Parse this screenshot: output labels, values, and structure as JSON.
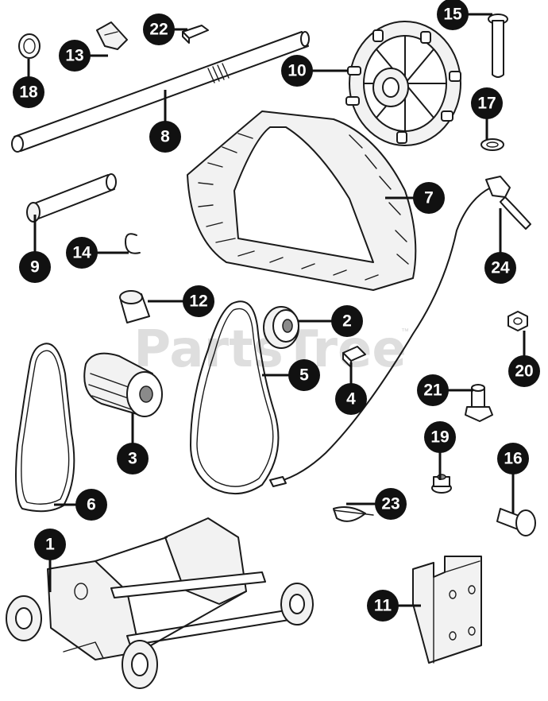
{
  "watermark": {
    "text": "PartsTree",
    "trademark": "™"
  },
  "callouts": [
    {
      "id": "1",
      "label": "1",
      "part": "frame-assembly"
    },
    {
      "id": "2",
      "label": "2",
      "part": "pulley"
    },
    {
      "id": "3",
      "label": "3",
      "part": "drive-pulley"
    },
    {
      "id": "4",
      "label": "4",
      "part": "key"
    },
    {
      "id": "5",
      "label": "5",
      "part": "belt"
    },
    {
      "id": "6",
      "label": "6",
      "part": "belt"
    },
    {
      "id": "7",
      "label": "7",
      "part": "track"
    },
    {
      "id": "8",
      "label": "8",
      "part": "axle-shaft"
    },
    {
      "id": "9",
      "label": "9",
      "part": "spacer-tube"
    },
    {
      "id": "10",
      "label": "10",
      "part": "drive-sprocket"
    },
    {
      "id": "11",
      "label": "11",
      "part": "bracket"
    },
    {
      "id": "12",
      "label": "12",
      "part": "bushing"
    },
    {
      "id": "13",
      "label": "13",
      "part": "clip"
    },
    {
      "id": "14",
      "label": "14",
      "part": "e-ring"
    },
    {
      "id": "15",
      "label": "15",
      "part": "pin"
    },
    {
      "id": "16",
      "label": "16",
      "part": "clevis-pin"
    },
    {
      "id": "17",
      "label": "17",
      "part": "retaining-ring"
    },
    {
      "id": "18",
      "label": "18",
      "part": "washer"
    },
    {
      "id": "19",
      "label": "19",
      "part": "flange-nut"
    },
    {
      "id": "20",
      "label": "20",
      "part": "nut"
    },
    {
      "id": "21",
      "label": "21",
      "part": "bolt"
    },
    {
      "id": "22",
      "label": "22",
      "part": "key"
    },
    {
      "id": "23",
      "label": "23",
      "part": "hairpin-clip"
    },
    {
      "id": "24",
      "label": "24",
      "part": "control-cable"
    }
  ]
}
